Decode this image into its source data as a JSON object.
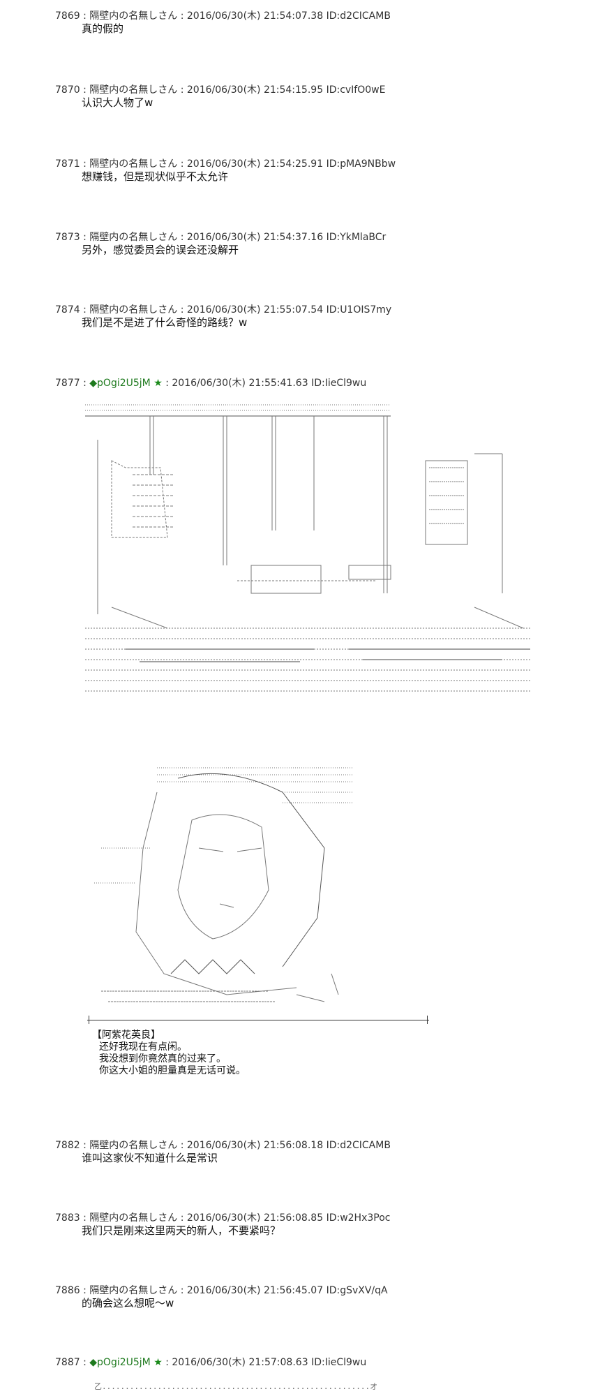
{
  "posts": [
    {
      "num": "7869",
      "name": "隔壁内の名無しさん",
      "date": "2016/06/30(木) 21:54:07.38",
      "id": "ID:d2CICAMB",
      "text": "真的假的"
    },
    {
      "num": "7870",
      "name": "隔壁内の名無しさん",
      "date": "2016/06/30(木) 21:54:15.95",
      "id": "ID:cvIfO0wE",
      "text": "认识大人物了w"
    },
    {
      "num": "7871",
      "name": "隔壁内の名無しさん",
      "date": "2016/06/30(木) 21:54:25.91",
      "id": "ID:pMA9NBbw",
      "text": "想赚钱，但是现状似乎不太允许"
    },
    {
      "num": "7873",
      "name": "隔壁内の名無しさん",
      "date": "2016/06/30(木) 21:54:37.16",
      "id": "ID:YkMlaBCr",
      "text": "另外，感觉委员会的误会还没解开"
    },
    {
      "num": "7874",
      "name": "隔壁内の名無しさん",
      "date": "2016/06/30(木) 21:55:07.54",
      "id": "ID:U1OIS7my",
      "text": "我们是不是进了什么奇怪的路线？w"
    }
  ],
  "post7877": {
    "num": "7877",
    "name": "◆pOgi2U5jM",
    "star": "★",
    "date": "2016/06/30(木) 21:55:41.63",
    "id": "ID:IieCl9wu"
  },
  "speech": {
    "speaker": "【阿紫花英良】",
    "lines": [
      "还好我现在有点闲。",
      "我没想到你竟然真的过来了。",
      "你这大小姐的胆量真是无话可说。"
    ]
  },
  "posts2": [
    {
      "num": "7882",
      "name": "隔壁内の名無しさん",
      "date": "2016/06/30(木) 21:56:08.18",
      "id": "ID:d2CICAMB",
      "text": "谁叫这家伙不知道什么是常识"
    },
    {
      "num": "7883",
      "name": "隔壁内の名無しさん",
      "date": "2016/06/30(木) 21:56:08.85",
      "id": "ID:w2Hx3Poc",
      "text": "我们只是刚来这里两天的新人，不要紧吗？"
    },
    {
      "num": "7886",
      "name": "隔壁内の名無しさん",
      "date": "2016/06/30(木) 21:56:45.07",
      "id": "ID:gSvXV/qA",
      "text": "的确会这么想呢～w"
    }
  ],
  "post7887": {
    "num": "7887",
    "name": "◆pOgi2U5jM",
    "star": "★",
    "date": "2016/06/30(木) 21:57:08.63",
    "id": "ID:IieCl9wu"
  },
  "art_bottom": "乙..........................................................オ",
  "colors": {
    "trip": "#1e7a1e",
    "star": "#1a8a1a",
    "text": "#111111"
  }
}
